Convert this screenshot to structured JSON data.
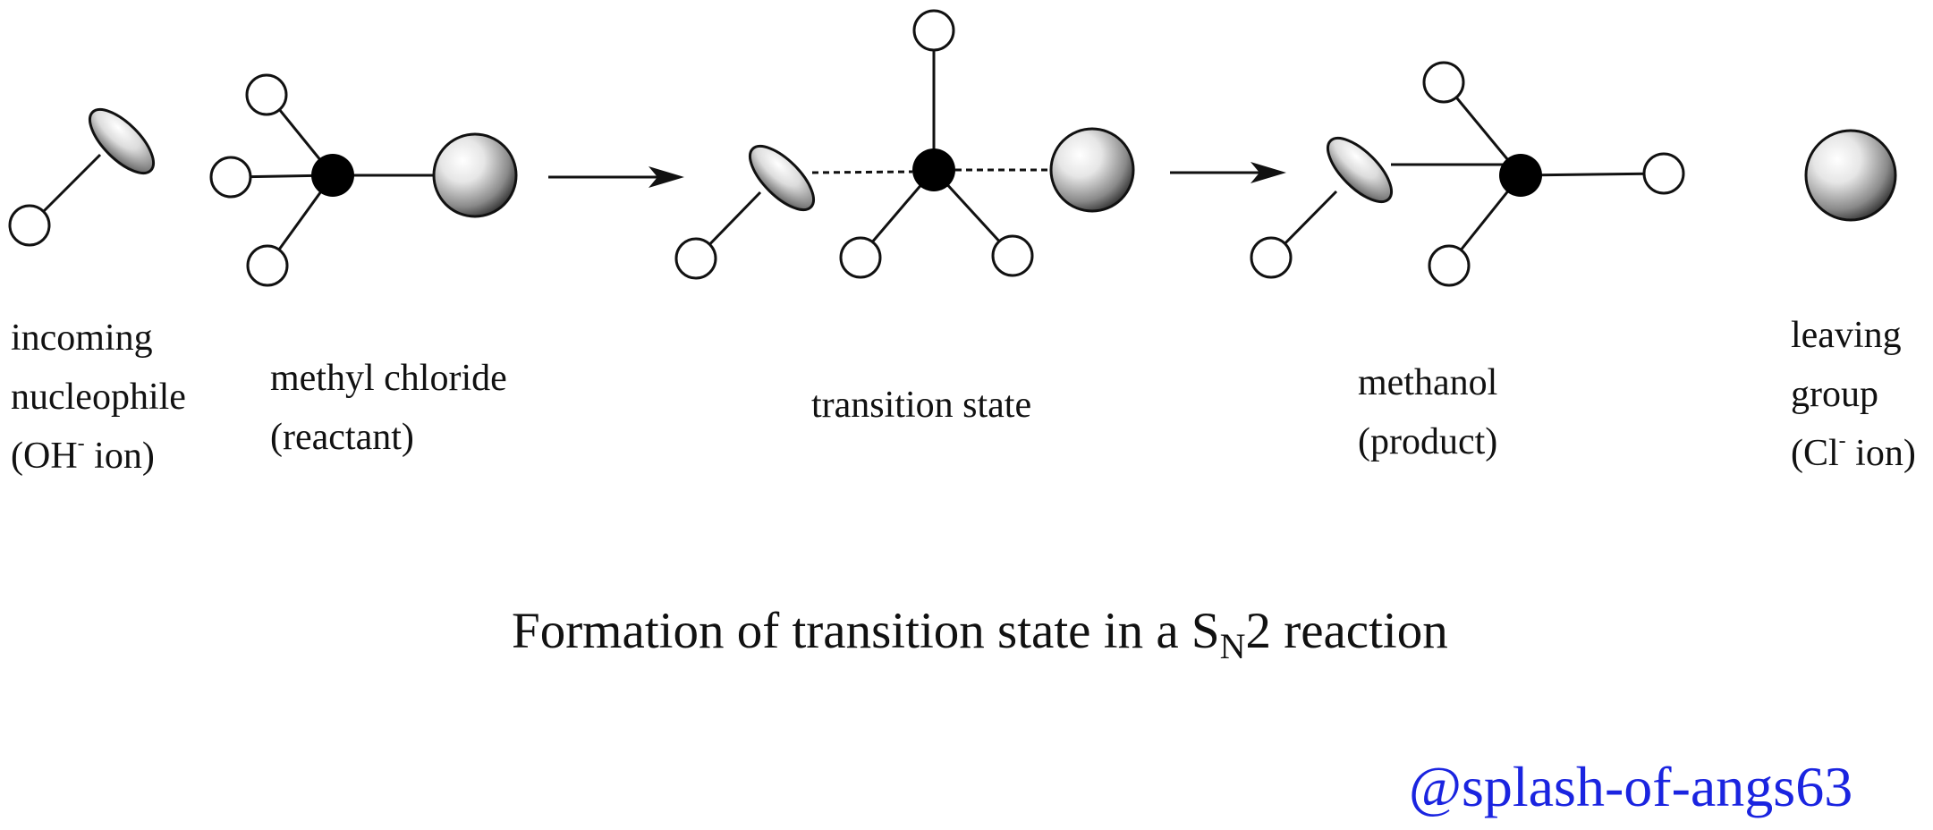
{
  "labels": {
    "nucleophile": {
      "line1": "incoming",
      "line2": "nucleophile",
      "line3_prefix": "(OH",
      "line3_charge": "-",
      "line3_suffix": " ion)"
    },
    "methyl_chloride": {
      "line1": "methyl chloride",
      "line2": "(reactant)"
    },
    "transition_state": {
      "line1": "transition state"
    },
    "methanol": {
      "line1": "methanol",
      "line2": "(product)"
    },
    "leaving_group": {
      "line1": "leaving",
      "line2": "group",
      "line3_prefix": "(Cl",
      "line3_charge": "-",
      "line3_suffix": " ion)"
    }
  },
  "caption": {
    "before": "Formation of transition state in a S",
    "subscript": "N",
    "after": "2 reaction"
  },
  "watermark": "@splash-of-angs63",
  "colors": {
    "ink": "#111111",
    "watermark": "#1a24e0"
  },
  "icons": {
    "carbon": "black-filled-circle",
    "hydrogen": "open-circle",
    "oxygen": "shaded-ellipse",
    "chlorine": "shaded-sphere",
    "reaction_arrow": "right-arrow"
  }
}
